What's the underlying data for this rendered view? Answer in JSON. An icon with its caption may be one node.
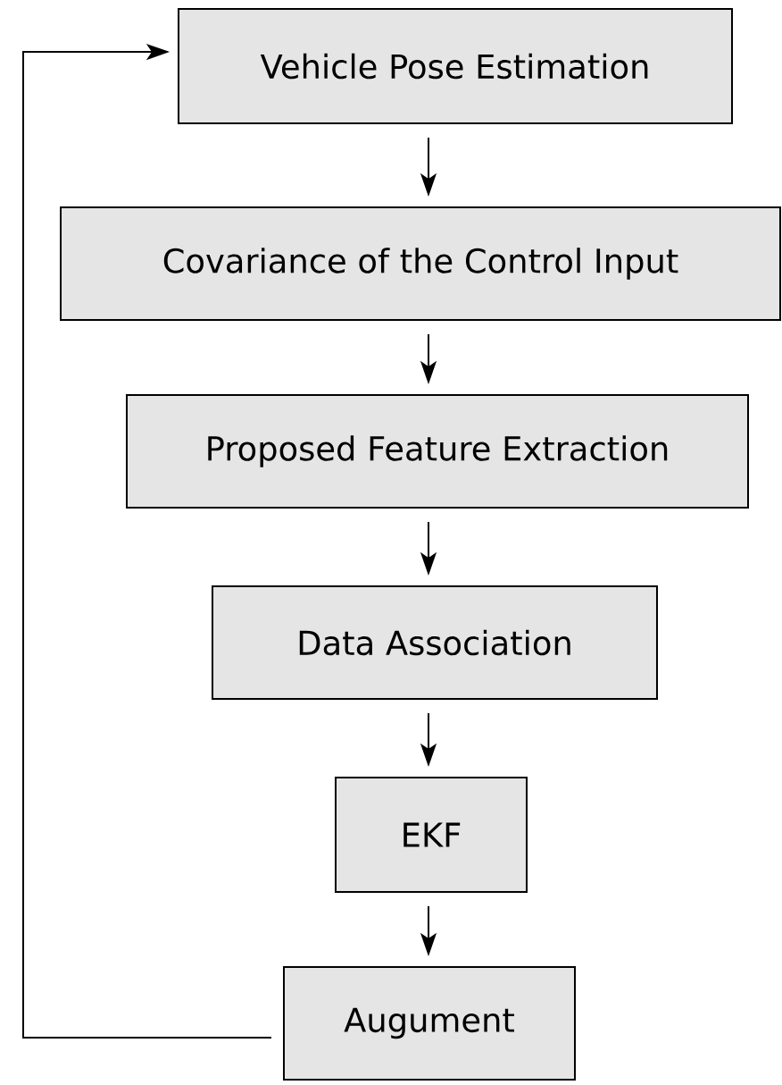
{
  "diagram": {
    "nodes": [
      {
        "text": [
          "Vehicle Pose Estimation"
        ]
      },
      {
        "text": [
          "Covariance of the Control Input"
        ]
      },
      {
        "text": [
          "Proposed Feature Extraction"
        ]
      },
      {
        "text": [
          "Data Association"
        ]
      },
      {
        "text": [
          "EKF"
        ]
      },
      {
        "text": [
          "Augument"
        ]
      }
    ],
    "edges": [
      {
        "from": 0,
        "to": 1,
        "arrow": "to"
      },
      {
        "from": 1,
        "to": 2,
        "arrow": "to"
      },
      {
        "from": 2,
        "to": 3,
        "arrow": "to"
      },
      {
        "from": 3,
        "to": 4,
        "arrow": "to"
      },
      {
        "from": 4,
        "to": 5,
        "arrow": "to"
      },
      {
        "from": 5,
        "to": 0,
        "arrow": "to"
      }
    ]
  }
}
